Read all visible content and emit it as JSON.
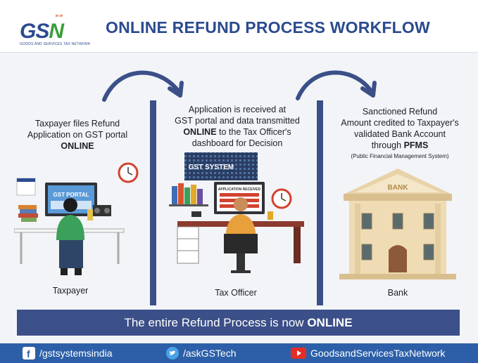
{
  "header": {
    "logo_gs": "GS",
    "logo_n": "N",
    "logo_tagline": "GOODS AND SERVICES TAX NETWORK",
    "title": "ONLINE REFUND PROCESS WORKFLOW"
  },
  "steps": [
    {
      "text_lines": [
        "Taxpayer files Refund",
        "Application on GST portal"
      ],
      "bold": "ONLINE",
      "caption": "Taxpayer",
      "screen_label": "GST PORTAL"
    },
    {
      "text_lines": [
        "Application is received at",
        "GST portal and data transmitted"
      ],
      "bold": "ONLINE",
      "text_after_bold": " to the Tax Officer's",
      "text_last": "dashboard for Decision",
      "caption": "Tax Officer",
      "board_label": "GST SYSTEM",
      "screen_label": "APPLICATION RECEIVED"
    },
    {
      "text_lines": [
        "Sanctioned Refund",
        "Amount credited to Taxpayer's",
        "validated Bank Account"
      ],
      "text_prefix": "through ",
      "bold": "PFMS",
      "note": "(Public Financial Management System)",
      "caption": "Bank",
      "building_label": "BANK"
    }
  ],
  "banner": {
    "text": "The entire Refund Process is now ",
    "bold": "ONLINE"
  },
  "footer": {
    "facebook": "/gstsystemsindia",
    "twitter": "/askGSTech",
    "youtube": "GoodsandServicesTaxNetwork"
  },
  "colors": {
    "brand_blue": "#2b4b8f",
    "divider": "#3b4f88",
    "footer": "#2c5fa8",
    "logo_green": "#3a9f3a",
    "youtube_red": "#e52d27"
  }
}
